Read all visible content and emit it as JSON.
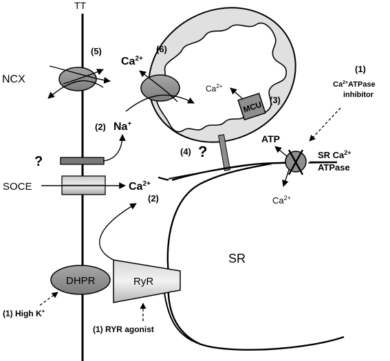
{
  "labels": {
    "tt": "TT",
    "ncx": "NCX",
    "soce": "SOCE",
    "sr": "SR",
    "dhpr": "DHPR",
    "ryr": "RyR",
    "mcu": "MCU",
    "atp": "ATP",
    "sr_ca_atpase_line1": "SR Ca",
    "sr_ca_atpase_line2": "ATPase",
    "atpase_inhibitor_line1": "Ca",
    "atpase_inhibitor_line1b": "ATPase",
    "atpase_inhibitor_line2": "inhibitor",
    "high_k": "(1) High K",
    "ryr_agonist": "(1) RYR agonist",
    "question_top": "?",
    "question_left": "?",
    "ca_symbol": "Ca",
    "na_symbol": "Na",
    "superscript_2plus": "2+",
    "superscript_plus": "+"
  },
  "step_markers": {
    "step5": "(5)",
    "step6": "(6)",
    "step1_right": "(1)",
    "step3": "(3)",
    "step2_na": "(2)",
    "step4": "(4)",
    "step2_ca": "(2)"
  },
  "colors": {
    "line": "#000000",
    "mito_fill": "#e0e0e0",
    "transporter_fill": "#8a8a8a",
    "inner_matrix": "#ffffff"
  }
}
